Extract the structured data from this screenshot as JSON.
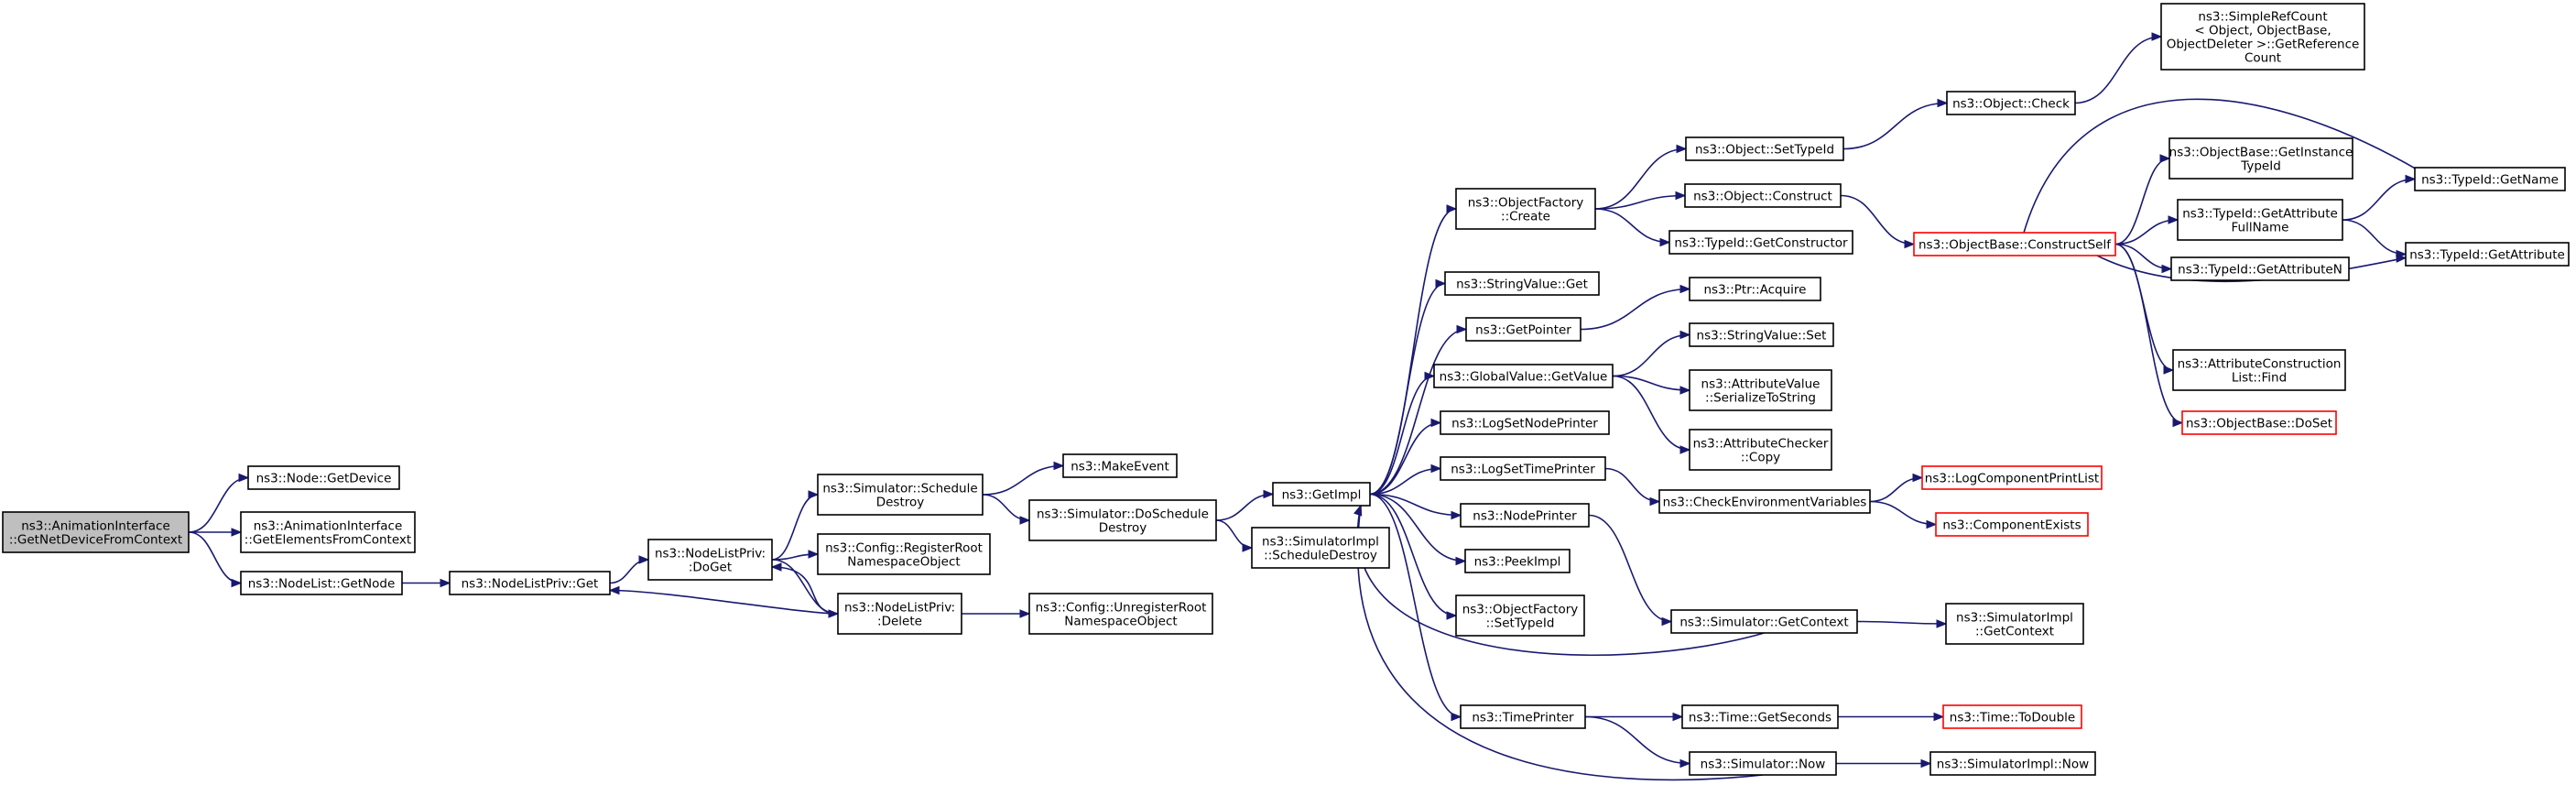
{
  "colors": {
    "edge": "#191970",
    "node_border": "#000000",
    "node_fill": "#ffffff",
    "truncated_border": "#ff0000",
    "root_fill": "#bfbfbf"
  },
  "nodes": {
    "root": {
      "lines": [
        "ns3::AnimationInterface",
        "::GetNetDeviceFromContext"
      ],
      "style": "root"
    },
    "node_getdevice": {
      "lines": [
        "ns3::Node::GetDevice"
      ],
      "style": "normal"
    },
    "getelements": {
      "lines": [
        "ns3::AnimationInterface",
        "::GetElementsFromContext"
      ],
      "style": "normal"
    },
    "nodelist_getnode": {
      "lines": [
        "ns3::NodeList::GetNode"
      ],
      "style": "normal"
    },
    "nodelistpriv_get": {
      "lines": [
        "ns3::NodeListPriv::Get"
      ],
      "style": "normal"
    },
    "nodelistpriv_doget": {
      "lines": [
        "ns3::NodeListPriv:",
        ":DoGet"
      ],
      "style": "normal"
    },
    "sim_scheduledestroy": {
      "lines": [
        "ns3::Simulator::Schedule",
        "Destroy"
      ],
      "style": "normal"
    },
    "config_register": {
      "lines": [
        "ns3::Config::RegisterRoot",
        "NamespaceObject"
      ],
      "style": "normal"
    },
    "nodelistpriv_delete": {
      "lines": [
        "ns3::NodeListPriv:",
        ":Delete"
      ],
      "style": "normal"
    },
    "makeevent": {
      "lines": [
        "ns3::MakeEvent"
      ],
      "style": "normal"
    },
    "sim_doscheduledestroy": {
      "lines": [
        "ns3::Simulator::DoSchedule",
        "Destroy"
      ],
      "style": "normal"
    },
    "config_unregister": {
      "lines": [
        "ns3::Config::UnregisterRoot",
        "NamespaceObject"
      ],
      "style": "normal"
    },
    "getimpl": {
      "lines": [
        "ns3::GetImpl"
      ],
      "style": "normal"
    },
    "simimpl_scheduledestroy": {
      "lines": [
        "ns3::SimulatorImpl",
        "::ScheduleDestroy"
      ],
      "style": "normal"
    },
    "objectfactory_create": {
      "lines": [
        "ns3::ObjectFactory",
        "::Create"
      ],
      "style": "normal"
    },
    "stringvalue_get": {
      "lines": [
        "ns3::StringValue::Get"
      ],
      "style": "normal"
    },
    "getpointer": {
      "lines": [
        "ns3::GetPointer"
      ],
      "style": "normal"
    },
    "globalvalue_getvalue": {
      "lines": [
        "ns3::GlobalValue::GetValue"
      ],
      "style": "normal"
    },
    "logsetnodeprinter": {
      "lines": [
        "ns3::LogSetNodePrinter"
      ],
      "style": "normal"
    },
    "logsettimeprinter": {
      "lines": [
        "ns3::LogSetTimePrinter"
      ],
      "style": "normal"
    },
    "nodeprinter": {
      "lines": [
        "ns3::NodePrinter"
      ],
      "style": "normal"
    },
    "peekimpl": {
      "lines": [
        "ns3::PeekImpl"
      ],
      "style": "normal"
    },
    "objectfactory_settypeid": {
      "lines": [
        "ns3::ObjectFactory",
        "::SetTypeId"
      ],
      "style": "normal"
    },
    "timeprinter": {
      "lines": [
        "ns3::TimePrinter"
      ],
      "style": "normal"
    },
    "object_settypeid": {
      "lines": [
        "ns3::Object::SetTypeId"
      ],
      "style": "normal"
    },
    "object_construct": {
      "lines": [
        "ns3::Object::Construct"
      ],
      "style": "normal"
    },
    "typeid_getconstructor": {
      "lines": [
        "ns3::TypeId::GetConstructor"
      ],
      "style": "normal"
    },
    "ptr_acquire": {
      "lines": [
        "ns3::Ptr::Acquire"
      ],
      "style": "normal"
    },
    "stringvalue_set": {
      "lines": [
        "ns3::StringValue::Set"
      ],
      "style": "normal"
    },
    "attrvalue_serialize": {
      "lines": [
        "ns3::AttributeValue",
        "::SerializeToString"
      ],
      "style": "normal"
    },
    "attrchecker_copy": {
      "lines": [
        "ns3::AttributeChecker",
        "::Copy"
      ],
      "style": "normal"
    },
    "checkenv": {
      "lines": [
        "ns3::CheckEnvironmentVariables"
      ],
      "style": "normal"
    },
    "sim_getcontext": {
      "lines": [
        "ns3::Simulator::GetContext"
      ],
      "style": "normal"
    },
    "time_getseconds": {
      "lines": [
        "ns3::Time::GetSeconds"
      ],
      "style": "normal"
    },
    "sim_now": {
      "lines": [
        "ns3::Simulator::Now"
      ],
      "style": "normal"
    },
    "object_check": {
      "lines": [
        "ns3::Object::Check"
      ],
      "style": "normal"
    },
    "simplerefcount": {
      "lines": [
        "ns3::SimpleRefCount",
        "< Object, ObjectBase,",
        " ObjectDeleter >::GetReference",
        "Count"
      ],
      "style": "normal"
    },
    "objectbase_constructself": {
      "lines": [
        "ns3::ObjectBase::ConstructSelf"
      ],
      "style": "truncated"
    },
    "logcomponentprintlist": {
      "lines": [
        "ns3::LogComponentPrintList"
      ],
      "style": "truncated"
    },
    "componentexists": {
      "lines": [
        "ns3::ComponentExists"
      ],
      "style": "truncated"
    },
    "simimpl_getcontext": {
      "lines": [
        "ns3::SimulatorImpl",
        "::GetContext"
      ],
      "style": "normal"
    },
    "time_todouble": {
      "lines": [
        "ns3::Time::ToDouble"
      ],
      "style": "truncated"
    },
    "simimpl_now": {
      "lines": [
        "ns3::SimulatorImpl::Now"
      ],
      "style": "normal"
    },
    "objectbase_getinstancetypeid": {
      "lines": [
        "ns3::ObjectBase::GetInstance",
        "TypeId"
      ],
      "style": "normal"
    },
    "typeid_getattributefullname": {
      "lines": [
        "ns3::TypeId::GetAttribute",
        "FullName"
      ],
      "style": "normal"
    },
    "typeid_getattributen": {
      "lines": [
        "ns3::TypeId::GetAttributeN"
      ],
      "style": "normal"
    },
    "attrconstructionlist_find": {
      "lines": [
        "ns3::AttributeConstruction",
        "List::Find"
      ],
      "style": "normal"
    },
    "objectbase_doset": {
      "lines": [
        "ns3::ObjectBase::DoSet"
      ],
      "style": "truncated"
    },
    "typeid_getname": {
      "lines": [
        "ns3::TypeId::GetName"
      ],
      "style": "normal"
    },
    "typeid_getattribute": {
      "lines": [
        "ns3::TypeId::GetAttribute"
      ],
      "style": "normal"
    }
  }
}
